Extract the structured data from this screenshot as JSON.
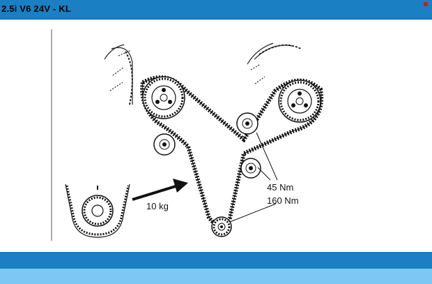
{
  "header": {
    "title": "2.5i V6 24V - KL",
    "accent_color": "#1b7fc4",
    "indicator_color": "#d21a1a"
  },
  "diagram": {
    "labels": {
      "tension": "10 kg",
      "torque_1": "45 Nm",
      "torque_2": "160 Nm"
    },
    "icons": [
      "timing-belt",
      "camshaft-sprocket",
      "idler-pulley",
      "tensioner-pulley",
      "crankshaft-sprocket",
      "force-arrow"
    ]
  },
  "footer": {
    "primary_color": "#1b7fc4",
    "secondary_color": "#7cc8f2"
  }
}
